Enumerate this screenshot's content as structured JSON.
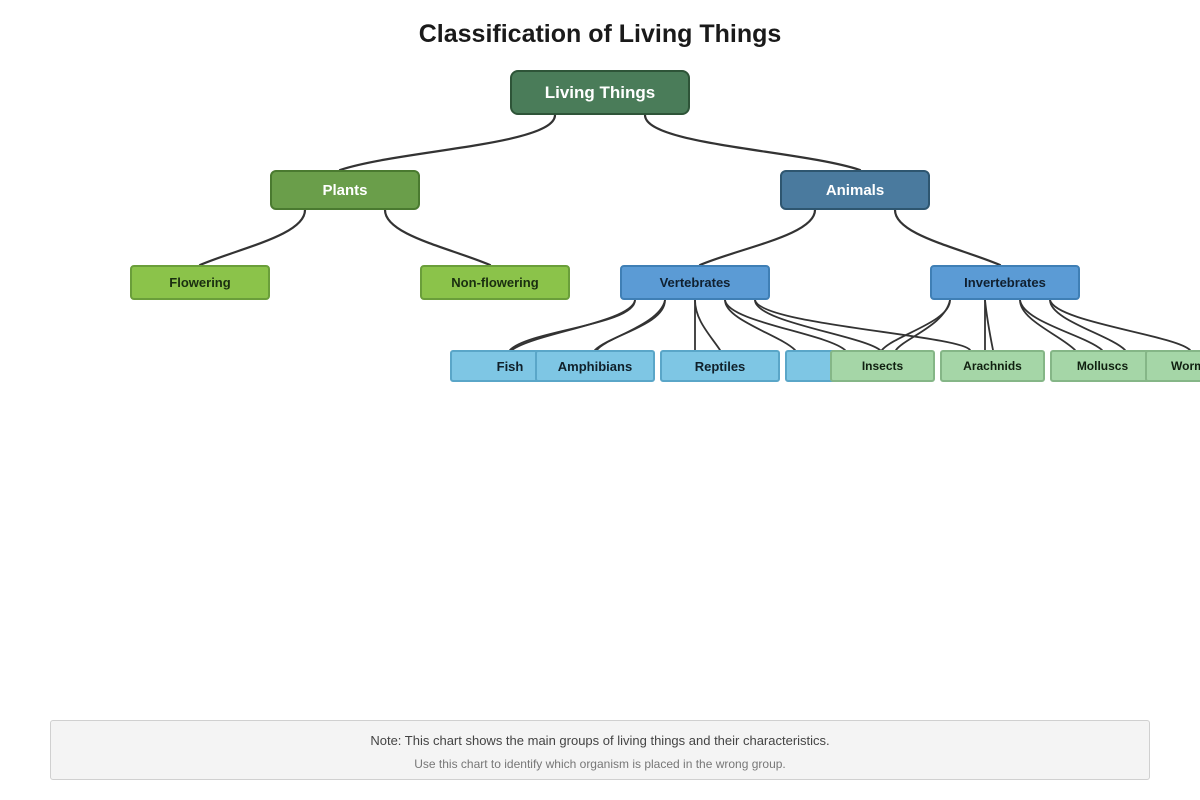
{
  "title": "Classification of Living Things",
  "colors": {
    "root": "#4a7c59",
    "plants": "#6a9e4a",
    "animals": "#4a7a9e",
    "plant_groups": "#8bc34a",
    "animal_groups": "#5b9bd5",
    "vertebrate_classes": "#7ec6e4",
    "invertebrate_classes": "#a5d6a7",
    "edge": "#333333"
  },
  "tree": {
    "root": "Living Things",
    "kingdoms": {
      "plants": "Plants",
      "animals": "Animals"
    },
    "plant_groups": {
      "flowering": "Flowering",
      "non_flowering": "Non-flowering"
    },
    "animal_groups": {
      "vertebrates": "Vertebrates",
      "invertebrates": "Invertebrates"
    },
    "vertebrate_classes": {
      "fish": "Fish",
      "amphibians": "Amphibians",
      "reptiles": "Reptiles",
      "birds": ""
    },
    "invertebrate_classes": {
      "insects": "Insects",
      "arachnids": "Arachnids",
      "molluscs": "Molluscs",
      "worms": "Worms"
    }
  },
  "note": {
    "line1": "Note: This chart shows the main groups of living things and their characteristics.",
    "line2": "Use this chart to identify which organism is placed in the wrong group."
  }
}
